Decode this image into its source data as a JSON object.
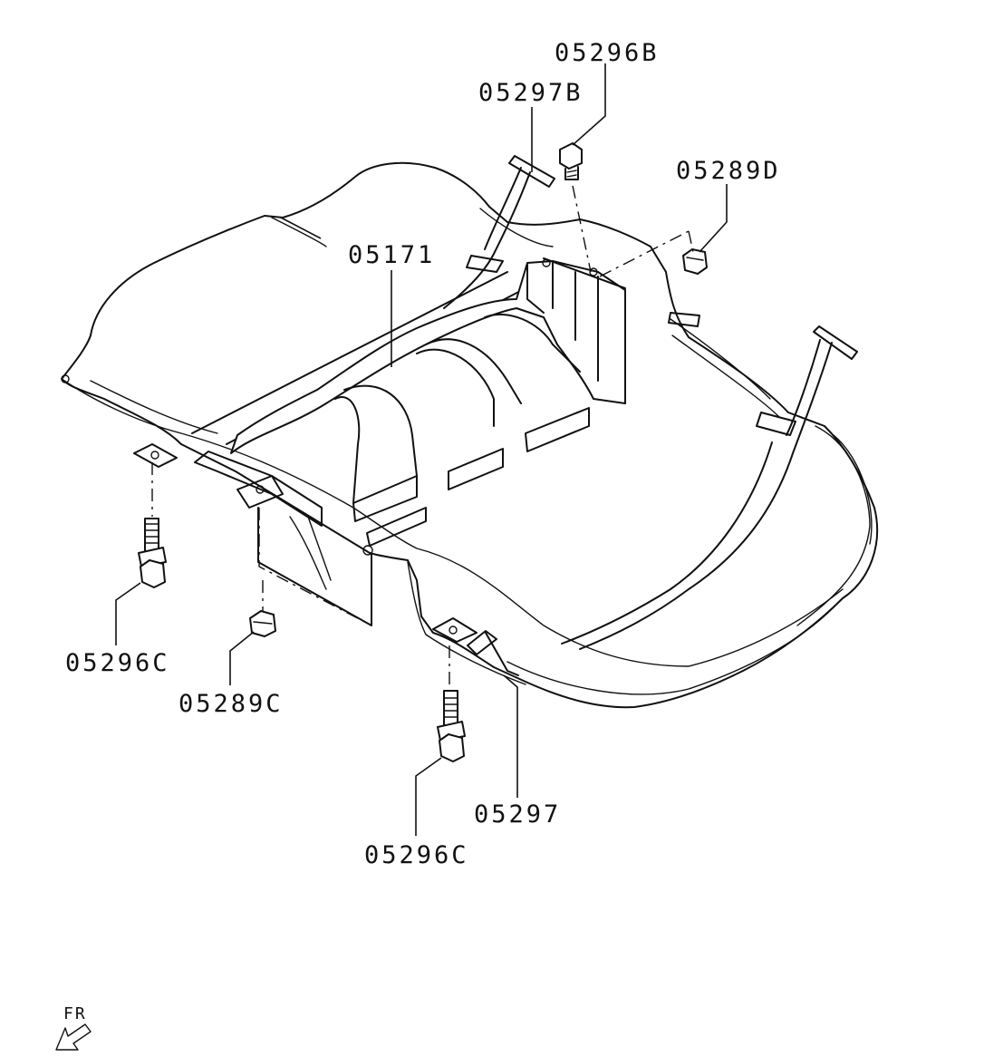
{
  "callouts": {
    "p05296B": "05296B",
    "p05297B": "05297B",
    "p05289D": "05289D",
    "p05171": "05171",
    "p05296C_left": "05296C",
    "p05289C": "05289C",
    "p05296C_bottom": "05296C",
    "p05297": "05297"
  },
  "orientation": {
    "label": "FR",
    "icon": "front-direction-arrow-icon"
  }
}
